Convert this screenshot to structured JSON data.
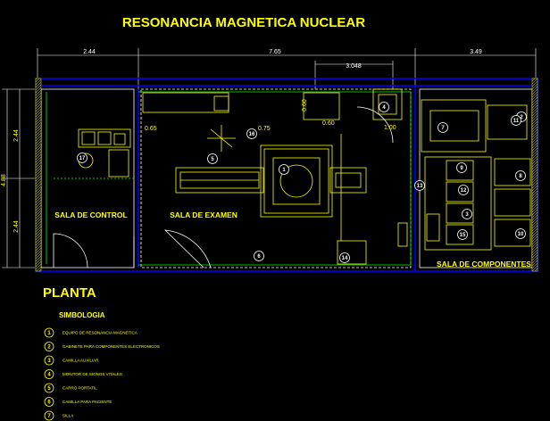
{
  "title": "RESONANCIA MAGNETICA NUCLEAR",
  "dimensions": {
    "top_left": "2.44",
    "top_middle": "7.65",
    "top_right": "3.49",
    "top_inner": "3.048",
    "left_upper": "2.44",
    "left_lower": "2.44",
    "left_total": "4.88",
    "inner_a": "0.60",
    "inner_b": "0.60",
    "inner_c": "0.75",
    "inner_d": "0.65",
    "inner_e": "1.00"
  },
  "rooms": {
    "control": "SALA DE CONTROL",
    "exam": "SALA DE EXAMEN",
    "components": "SALA DE COMPONENTES"
  },
  "plan_heading": "PLANTA",
  "legend": {
    "heading": "SIMBOLOGIA",
    "items": [
      {
        "num": "1",
        "text": "EQUIPO DE RESONANCIA MAGNETICA"
      },
      {
        "num": "2",
        "text": "GABINETE PARA COMPONENTES ELECTRONICOS"
      },
      {
        "num": "3",
        "text": "CAMILLA AUXILIAR"
      },
      {
        "num": "4",
        "text": "MONITOR DE SIGNOS VITALES"
      },
      {
        "num": "5",
        "text": "CARRO PORTATIL"
      },
      {
        "num": "6",
        "text": "CAMILLA PARA PACIENTE"
      },
      {
        "num": "7",
        "text": "SILLA"
      }
    ]
  },
  "tags": [
    "1",
    "2",
    "3",
    "4",
    "5",
    "6",
    "7",
    "8",
    "9",
    "10",
    "11",
    "12",
    "13",
    "14",
    "15",
    "16",
    "17"
  ],
  "colors": {
    "background": "#000000",
    "text": "#ffff00",
    "wall": "#0000ff",
    "dimension": "#ffffff",
    "furniture": "#ffff00",
    "hatch": "#00ff00"
  }
}
